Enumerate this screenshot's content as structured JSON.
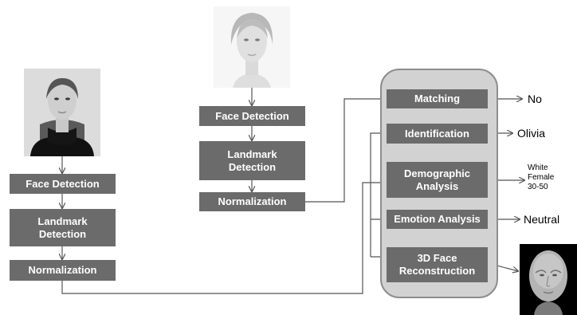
{
  "pipeline_left": {
    "steps": [
      "Face Detection",
      "Landmark Detection",
      "Normalization"
    ]
  },
  "pipeline_middle": {
    "steps": [
      "Face Detection",
      "Landmark Detection",
      "Normalization"
    ]
  },
  "analysis_panel": {
    "modules": [
      "Matching",
      "Identification",
      "Demographic Analysis",
      "Emotion Analysis",
      "3D Face Reconstruction"
    ]
  },
  "outputs": {
    "matching": "No",
    "identification": "Olivia",
    "demographic": [
      "White",
      "Female",
      "30-50"
    ],
    "emotion": "Neutral"
  },
  "colors": {
    "box_fill": "#6b6b6b",
    "panel_fill": "#d2d2d2",
    "panel_border": "#8e8e8e",
    "connector": "#555555"
  },
  "icons": {
    "photo_left": "portrait-woman-dark-hair",
    "photo_middle": "portrait-woman-blonde",
    "render_3d": "3d-face-render"
  }
}
